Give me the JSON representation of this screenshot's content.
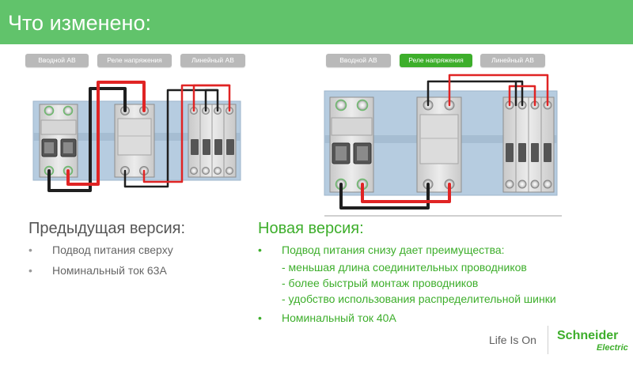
{
  "header": {
    "title": "Что изменено:"
  },
  "left_tabs": [
    "Вводной АВ",
    "Реле напряжения",
    "Линейный АВ"
  ],
  "right_tabs": [
    "Вводной АВ",
    "Реле напряжения",
    "Линейный АВ"
  ],
  "active_right_tab": 1,
  "left_section": {
    "title": "Предыдущая версия:",
    "bullets": [
      "Подвод питания сверху",
      "Номинальный ток 63А"
    ]
  },
  "right_section": {
    "title": "Новая версия:",
    "bullet1": "Подвод питания снизу дает преимущества:",
    "sub_items": [
      "- меньшая длина соединительных проводников",
      "- более быстрый монтаж проводников",
      "- удобство использования распределительной шинки"
    ],
    "bullet2": "Номинальный ток 40А"
  },
  "footer": {
    "slogan": "Life Is On",
    "brand_main": "Schneider",
    "brand_sub": "Electric"
  },
  "colors": {
    "header": "#61c36b",
    "accent": "#3dae2b",
    "tab": "#b9b9b9",
    "wire_red": "#e02424",
    "wire_black": "#1f1f1f",
    "panel": "#b6cce0"
  }
}
